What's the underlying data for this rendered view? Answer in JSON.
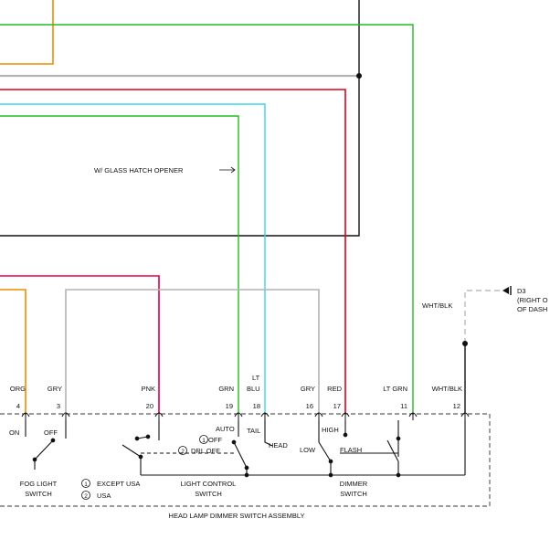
{
  "colors": {
    "orange": "#f08c00",
    "green": "#22bb22",
    "gray": "#b4b4b4",
    "red": "#e0001a",
    "cyan": "#3ad6ee",
    "pink": "#e0004a",
    "black": "#111111"
  },
  "annotations": {
    "glass_hatch": "W/ GLASS HATCH OPENER",
    "d3_line1": "D3",
    "d3_line2": "(RIGHT O",
    "d3_line3": "OF DASH",
    "wht_blk_upper": "WHT/BLK"
  },
  "pins": [
    {
      "wire": "ORG",
      "wire2": "",
      "num": "4"
    },
    {
      "wire": "GRY",
      "wire2": "",
      "num": "3"
    },
    {
      "wire": "PNK",
      "wire2": "",
      "num": "20"
    },
    {
      "wire": "GRN",
      "wire2": "",
      "num": "19"
    },
    {
      "wire": "LT",
      "wire2": "BLU",
      "num": "18"
    },
    {
      "wire": "GRY",
      "wire2": "",
      "num": "16"
    },
    {
      "wire": "RED",
      "wire2": "",
      "num": "17"
    },
    {
      "wire": "LT GRN",
      "wire2": "",
      "num": "11"
    },
    {
      "wire": "WHT/BLK",
      "wire2": "",
      "num": "12"
    }
  ],
  "switches": {
    "fog_on": "ON",
    "fog_off": "OFF",
    "fog_name_1": "FOG LIGHT",
    "fog_name_2": "SWITCH",
    "auto": "AUTO",
    "off": "OFF",
    "drl_off": "DRL OFF",
    "tail": "TAIL",
    "head": "HEAD",
    "light_control_1": "LIGHT CONTROL",
    "light_control_2": "SWITCH",
    "high": "HIGH",
    "low": "LOW",
    "flash": "FLASH",
    "dimmer_1": "DIMMER",
    "dimmer_2": "SWITCH"
  },
  "legend": {
    "num1": "1",
    "text1": "EXCEPT USA",
    "num2": "2",
    "text2": "USA"
  },
  "assembly_label": "HEAD LAMP DIMMER SWITCH ASSEMBLY"
}
